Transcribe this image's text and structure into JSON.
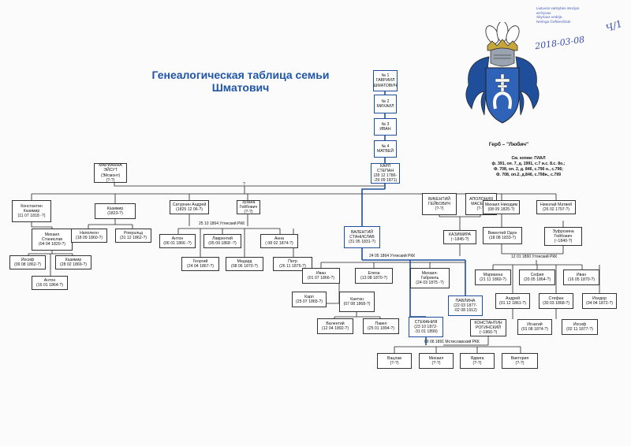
{
  "title": {
    "line1": "Генеалогическая таблица семьи",
    "line2": "Шматович"
  },
  "stamp": {
    "line1": "Lietuvos valstybės istorijos",
    "line2": "archyvas",
    "line3": "Skyriaus vedėja",
    "name": "Neringa Češkevičiūtė",
    "date": "2018-03-08",
    "signature": "Ч/1"
  },
  "coat": {
    "name": "Герб – \"Любич\"",
    "refs_title": "См. копии: ГИАЛ",
    "ref1": "ф. 391, оп. 7, д. 1991, с.7 и.с. 8.с. 8о.;",
    "ref2": "Ф. 708, оп. 2, д. 846, с.796 н., с.796;",
    "ref3": "Ф. 708, оп.2, д.846, с.798н., с.799"
  },
  "main_line": [
    {
      "l1": "№ 1",
      "l2": "ГАВРИИЛ",
      "l3": "ШМАТОВИЧ"
    },
    {
      "l1": "№ 2",
      "l2": "МИХАИЛ"
    },
    {
      "l1": "№ 3",
      "l2": "ИВАН"
    },
    {
      "l1": "№ 4",
      "l2": "МАТВЕЙ"
    },
    {
      "l1": "КАРЛ СТЕПАН",
      "l2": "(28 12 1786-",
      "l3": "-29 09 1871)"
    }
  ],
  "marianna": {
    "l1": "МАРИАННА",
    "l2": "ЭЙСУТ",
    "l3": "(Эйсмонт)",
    "l4": "(?-?)"
  },
  "q": "?",
  "vikentiy": {
    "l1": "ВИКЕНТИЙ",
    "l2": "ГЕЙБОВИЧ",
    "l3": "(?-?)"
  },
  "apolonia": {
    "l1": "АПОЛОНИЯ",
    "l2": "МАСЕВИЧ",
    "l3": "(?-?)"
  },
  "kazimira": {
    "l1": "КАЗИМИРА",
    "l2": "(~1845-?)"
  },
  "children": [
    {
      "l1": "Константин",
      "l2": "Казимир",
      "l3": "(11 07 1818 -?)"
    },
    {
      "l1": "Казимир",
      "l2": "(1823-?)"
    },
    {
      "l1": "Сатурнин Андрей",
      "l2": "(1825 12 06-?)"
    },
    {
      "l1": "Зузана",
      "l2": "Гейбович",
      "l3": "(?-?)"
    },
    {
      "l1": "Михаил Никодим",
      "l2": "(08 09 1825-?)"
    },
    {
      "l1": "Николай Матвей",
      "l2": "(26 02 1797-?)"
    }
  ],
  "mikhail": {
    "l1": "Михаил",
    "l2": "Станислав",
    "l3": "(04 04 1820-?)"
  },
  "napoleon": {
    "l1": "Наполеон",
    "l2": "(18 09 1860-?)"
  },
  "romuald": {
    "l1": "Ромуальд",
    "l2": "(31 12 1862-?)"
  },
  "iosif1": {
    "l1": "Иосиф",
    "l2": "(09 08 1862-?)"
  },
  "kazimir2": {
    "l1": "Казимир",
    "l2": "(28 02 1869-?)"
  },
  "anton1": {
    "l1": "Антон",
    "l2": "(16 01 1864-?)"
  },
  "marr1": "25 10 1864 Утянский РКК",
  "sat_children": [
    {
      "l1": "Антон",
      "l2": "(06 01 1866 -?)"
    },
    {
      "l1": "Лаврентий",
      "l2": "(05 09 1868 -?)"
    },
    {
      "l1": "Анна",
      "l2": "( 08 02 1874-?)"
    },
    {
      "l1": "Георгий",
      "l2": "(24 04 1867-?)"
    },
    {
      "l1": "Медард",
      "l2": "(08 06 1870-?)"
    },
    {
      "l1": "Петр",
      "l2": "(26 11 1875-?)"
    }
  ],
  "valentiy": {
    "l1": "ВАЛЕНТИЙ",
    "l2": "СТАНИСЛАВ",
    "l3": "(31 05 1831-?)"
  },
  "vik_odon": {
    "l1": "Викентий Одон",
    "l2": "(18 08 1833-?)"
  },
  "eufrozina": {
    "l1": "Эуфрозина",
    "l2": "Гейбович",
    "l3": "(~1840-?)"
  },
  "marr2": "24 05 1864 Утянский РКК",
  "marr3": "12 01 1860 Утянский РКК",
  "val_children": [
    {
      "l1": "Иван",
      "l2": "(01 07 1866-?)"
    },
    {
      "l1": "Елена",
      "l2": "(13 08 1870-?)"
    },
    {
      "l1": "Михаил-",
      "l2": "Габриель",
      "l3": "(24 03 1875 -?)"
    },
    {
      "l1": "Карл",
      "l2": "(25 07 1865-?)"
    },
    {
      "l1": "Каетан",
      "l2": "(07 08 1868-?)"
    },
    {
      "l1": "Валентий",
      "l2": "(12 04 1892-?)"
    },
    {
      "l1": "Павел",
      "l2": "(25 01 1894-?)"
    }
  ],
  "pavlina": {
    "l1": "ПАВЛИНА",
    "l2": "(22 03 1877-",
    "l3": "-02 08 1912)"
  },
  "konstantin": {
    "l1": "КОНСТАНТИН",
    "l2": "РОГИНСКИЙ",
    "l3": "(~1860-?)"
  },
  "stefania": {
    "l1": "СТЕФАНИЯ",
    "l2": "(23 10 1872-",
    "l3": "-31 01 1899)"
  },
  "marr4": "09 06 1891 Мстиславский РКК",
  "grandchildren": [
    {
      "l1": "Вацлав",
      "l2": "(?-?)"
    },
    {
      "l1": "Михаил",
      "l2": "(?-?)"
    },
    {
      "l1": "Ядвига",
      "l2": "(?-?)"
    },
    {
      "l1": "Виктория",
      "l2": "(?-?)"
    }
  ],
  "vo_children": [
    {
      "l1": "Марианна",
      "l2": "(21 11 1860-?)"
    },
    {
      "l1": "София",
      "l2": "(20 05 1864-?)"
    },
    {
      "l1": "Иван",
      "l2": "(16 05 1870-?)"
    },
    {
      "l1": "Андрей",
      "l2": "(01 12 1861-?)"
    },
    {
      "l1": "Стефан",
      "l2": "(30 03 1868-?)"
    },
    {
      "l1": "Исидор",
      "l2": "(04 04 1872-?)"
    },
    {
      "l1": "Игнатий",
      "l2": "(01 08 1874-?)"
    },
    {
      "l1": "Иосиф",
      "l2": "(02 11 1877-?)"
    }
  ],
  "colors": {
    "title": "#1f56a8",
    "lineage": "#1f4f9a",
    "stamp": "#3a4fb0"
  }
}
